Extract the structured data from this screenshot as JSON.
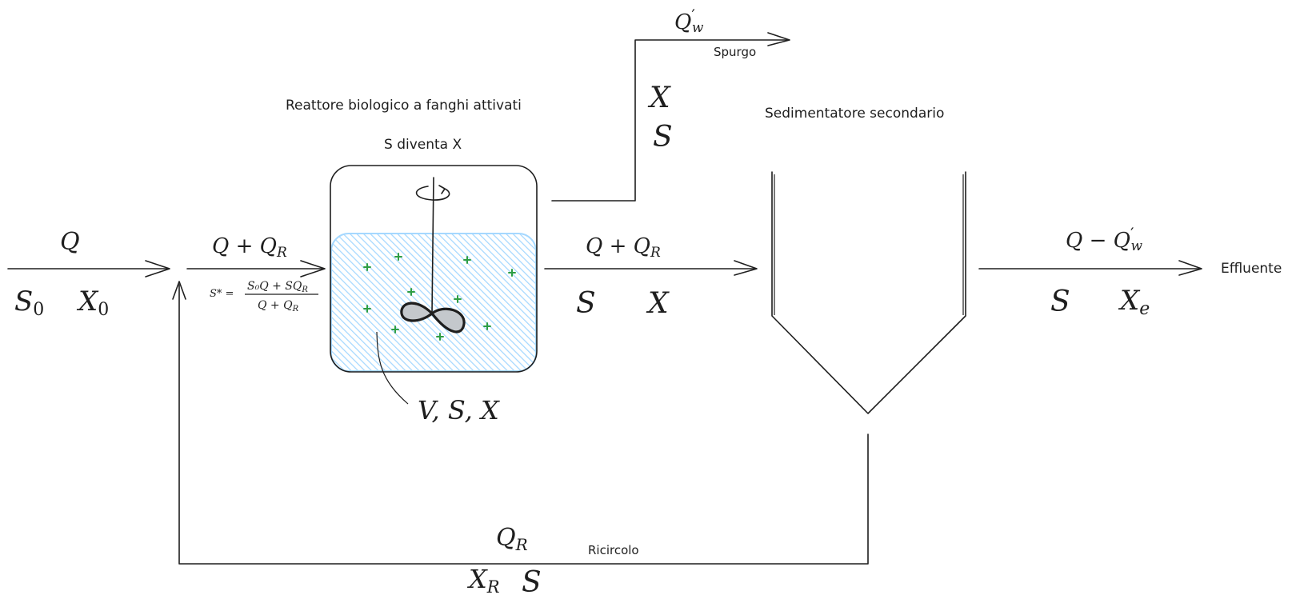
{
  "titles": {
    "reactor": "Reattore biologico a fanghi attivati",
    "reactor_note": "S diventa X",
    "settler": "Sedimentatore secondario",
    "purge": "Spurgo",
    "effluent": "Effluente",
    "recycle": "Ricircolo"
  },
  "influent": {
    "flow": "Q",
    "substrate": "S",
    "substrate_sub": "0",
    "biomass": "X",
    "biomass_sub": "0"
  },
  "reactor_inlet": {
    "flow": "Q + Q",
    "flow_sub": "R",
    "mix_lhs": "S* =",
    "mix_num": "S₀Q + SQ",
    "mix_num_sub": "R",
    "mix_den": "Q + Q",
    "mix_den_sub": "R"
  },
  "reactor": {
    "label": "V, S, X",
    "liquid_color": "#a5d8ff",
    "particle_color": "#2f9e44",
    "particle_count": 11
  },
  "purge_stream": {
    "flow": "Q",
    "flow_prime": "′",
    "flow_sub": "w",
    "var1": "X",
    "var2": "S"
  },
  "reactor_outlet": {
    "flow": "Q + Q",
    "flow_sub": "R",
    "substrate": "S",
    "biomass": "X"
  },
  "effluent_stream": {
    "flow": "Q − Q",
    "flow_prime": "′",
    "flow_sub": "w",
    "substrate": "S",
    "biomass": "X",
    "biomass_sub": "e"
  },
  "recycle_stream": {
    "flow": "Q",
    "flow_sub": "R",
    "biomass": "X",
    "biomass_sub": "R",
    "substrate": "S"
  }
}
